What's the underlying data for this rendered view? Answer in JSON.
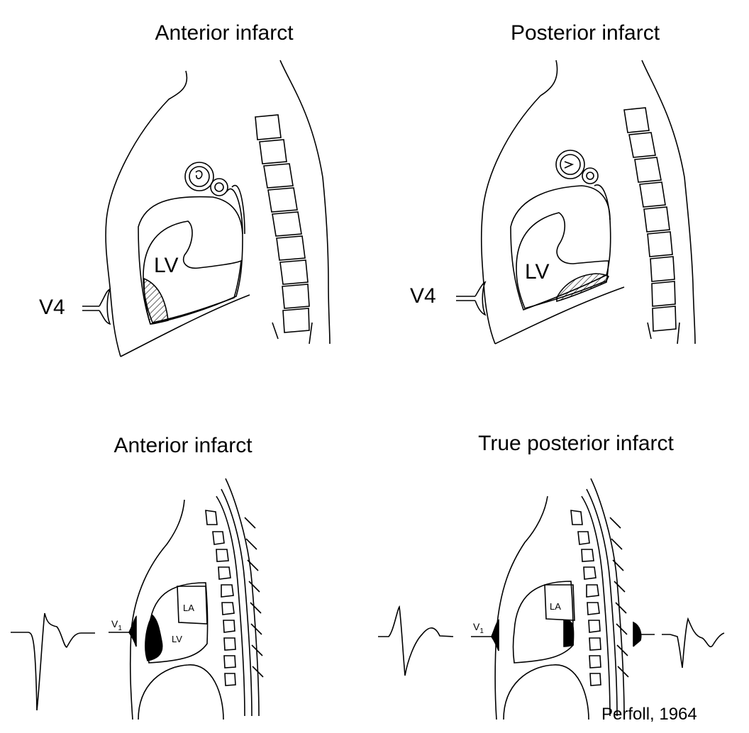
{
  "panels": [
    {
      "title": "Anterior infarct",
      "lead": "V4",
      "chamber": "LV"
    },
    {
      "title": "Posterior infarct",
      "lead": "V4",
      "chamber": "LV"
    },
    {
      "title": "Anterior infarct",
      "lead_main": "V",
      "lead_sub": "1",
      "chambers": [
        "LA",
        "LV"
      ]
    },
    {
      "title": "True posterior infarct",
      "lead_main": "V",
      "lead_sub": "1",
      "chambers": [
        "LA"
      ]
    }
  ],
  "credit": "Perfoll, 1964"
}
